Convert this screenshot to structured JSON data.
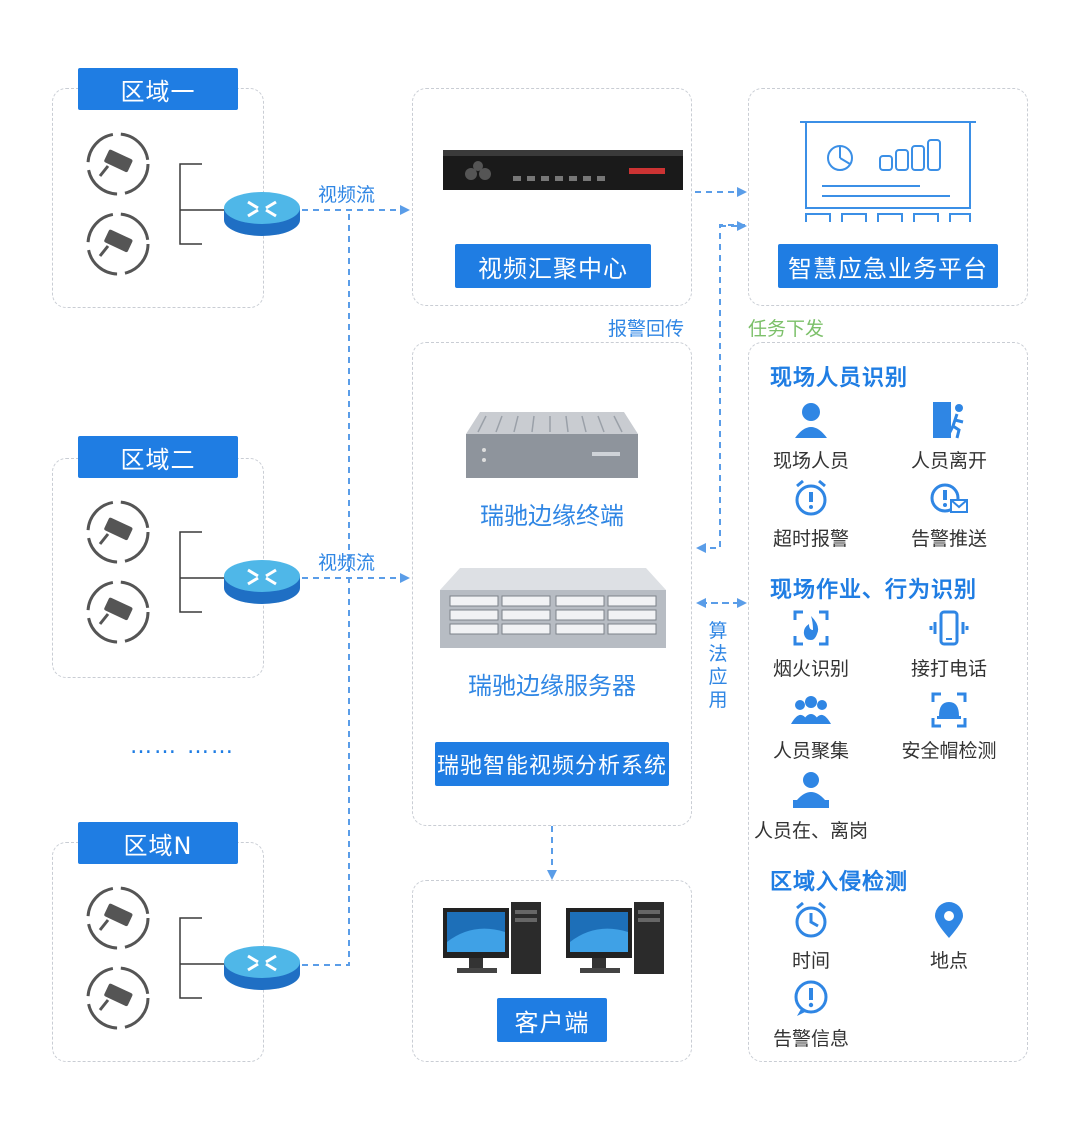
{
  "regions": [
    {
      "label": "区域一"
    },
    {
      "label": "区域二"
    },
    {
      "label": "区域N"
    }
  ],
  "ellipsis": "…… ……",
  "flow": {
    "video_stream_1": "视频流",
    "video_stream_2": "视频流",
    "alarm_return": "报警回传",
    "task_dispatch": "任务下发",
    "algorithm_app": [
      "算",
      "法",
      "应",
      "用"
    ]
  },
  "center": {
    "aggregation": "视频汇聚中心",
    "platform": "智慧应急业务平台",
    "edge_terminal": "瑞驰边缘终端",
    "edge_server": "瑞驰边缘服务器",
    "analysis_system": "瑞驰智能视频分析系统",
    "client": "客户端"
  },
  "sections": [
    {
      "title": "现场人员识别",
      "items": [
        {
          "label": "现场人员",
          "icon": "person-icon"
        },
        {
          "label": "人员离开",
          "icon": "exit-door-icon"
        },
        {
          "label": "超时报警",
          "icon": "alarm-clock-icon"
        },
        {
          "label": "告警推送",
          "icon": "alert-mail-icon"
        }
      ]
    },
    {
      "title": "现场作业、行为识别",
      "items": [
        {
          "label": "烟火识别",
          "icon": "fire-icon"
        },
        {
          "label": "接打电话",
          "icon": "phone-icon"
        },
        {
          "label": "人员聚集",
          "icon": "group-icon"
        },
        {
          "label": "安全帽检测",
          "icon": "helmet-icon"
        },
        {
          "label": "人员在、离岗",
          "icon": "person-desk-icon"
        }
      ]
    },
    {
      "title": "区域入侵检测",
      "items": [
        {
          "label": "时间",
          "icon": "clock-icon"
        },
        {
          "label": "地点",
          "icon": "location-pin-icon"
        },
        {
          "label": "告警信息",
          "icon": "alert-bubble-icon"
        }
      ]
    }
  ],
  "colors": {
    "accent": "#1f7de3",
    "flow_line": "#5a9de8",
    "task_label": "#7cc06a",
    "border": "#c9cdd4"
  }
}
